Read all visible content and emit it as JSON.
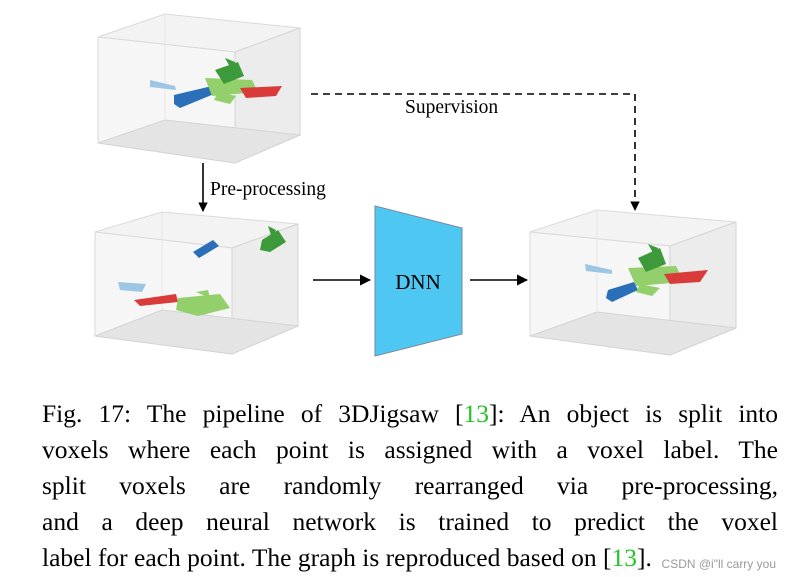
{
  "figure": {
    "supervision_label": "Supervision",
    "preprocessing_label": "Pre-processing",
    "network_label": "DNN",
    "colors": {
      "dnn_fill": "#4ec8f3",
      "part_blue": "#2a6fb8",
      "part_light_blue": "#9cc6e4",
      "part_green": "#3c9a3a",
      "part_light_green": "#93cf6b",
      "part_red": "#d93a3a",
      "box_face": "#ededed",
      "box_edge": "#d4d4d4"
    }
  },
  "caption": {
    "line1_prefix": "Fig. 17: The pipeline of 3DJigsaw [",
    "line1_ref": "13",
    "line1_suffix": "]: An object is split into",
    "line2": "voxels where each point is assigned with a voxel label. The",
    "line3": "split voxels are randomly rearranged via pre-processing,",
    "line4": "and a deep neural network is trained to predict the voxel",
    "line5_prefix": "label for each point. The graph is reproduced based on [",
    "line5_ref": "13",
    "line5_suffix": "]."
  },
  "watermark": "CSDN @i\"ll carry you"
}
